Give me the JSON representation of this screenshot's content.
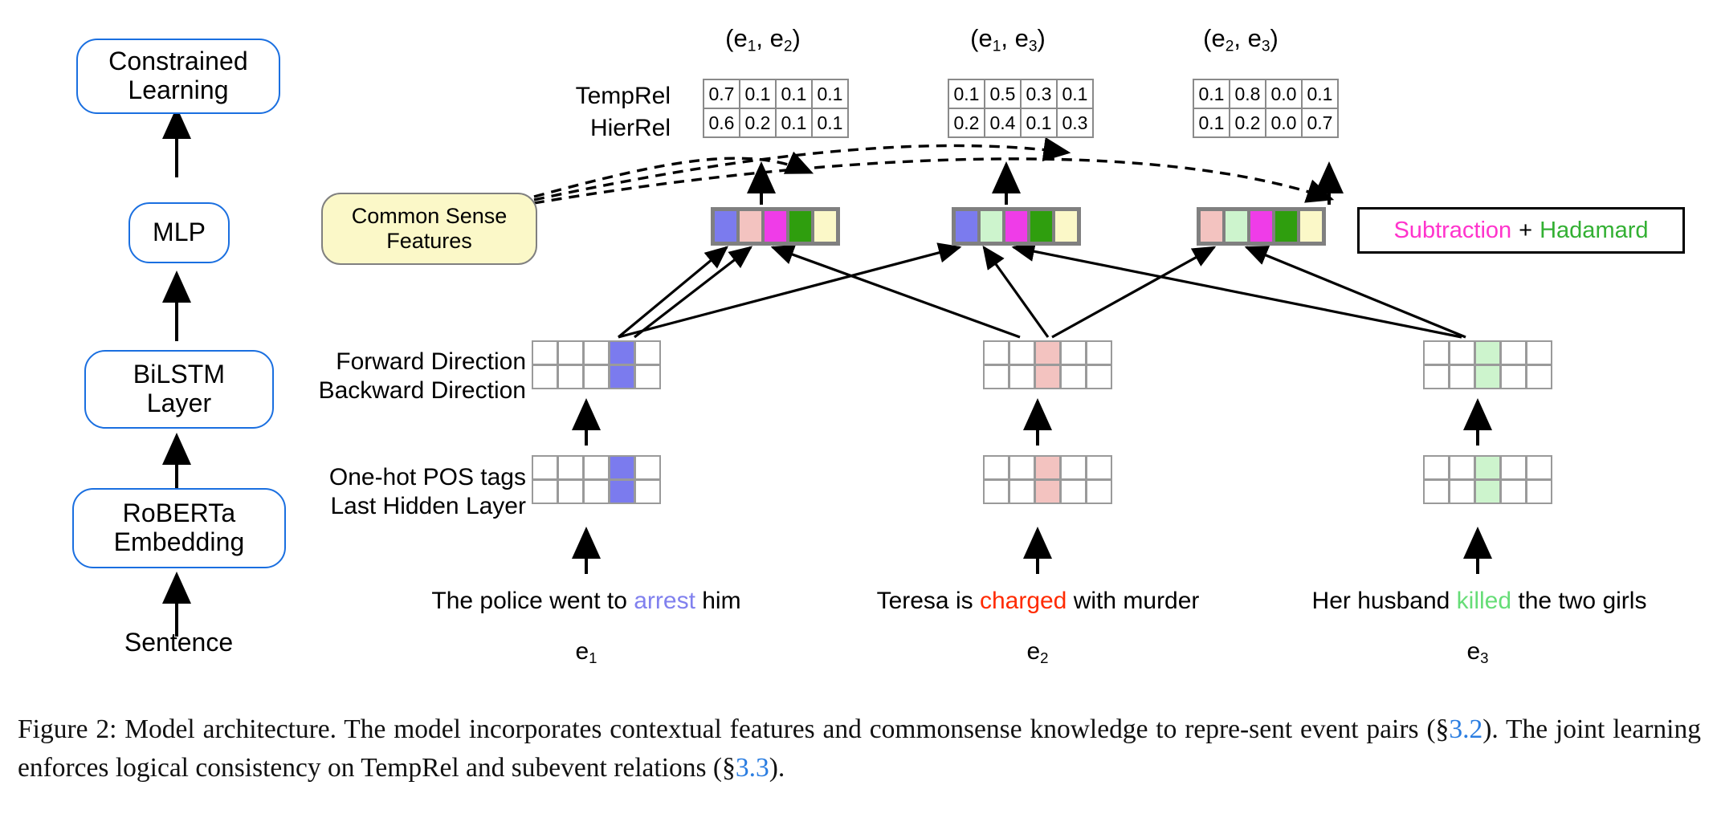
{
  "pipeline": {
    "boxes": [
      {
        "id": "constrained-learning",
        "label": "Constrained\nLearning"
      },
      {
        "id": "mlp",
        "label": "MLP"
      },
      {
        "id": "bilstm",
        "label": "BiLSTM\nLayer"
      },
      {
        "id": "roberta",
        "label": "RoBERTa\nEmbedding"
      }
    ],
    "input_label": "Sentence",
    "box_border_color": "#1a6fe0"
  },
  "row_labels": {
    "temprel": "TempRel",
    "hierrel": "HierRel",
    "forward": "Forward Direction",
    "backward": "Backward Direction",
    "pos_tags": "One-hot POS tags",
    "last_hidden": "Last Hidden Layer"
  },
  "common_sense": {
    "label": "Common Sense\nFeatures",
    "fill": "#fbf8c8",
    "border": "#808080"
  },
  "legend": {
    "subtraction": "Subtraction",
    "plus": "+",
    "hadamard": "Hadamard",
    "subtraction_color": "#ff33cc",
    "hadamard_color": "#33b033"
  },
  "pairs": [
    {
      "header": "(e₁, e₂)",
      "header_base": "(e",
      "sub1": "1",
      "mid": ", e",
      "sub2": "2",
      "close": ")",
      "temprel": [
        "0.7",
        "0.1",
        "0.1",
        "0.1"
      ],
      "hierrel": [
        "0.6",
        "0.2",
        "0.1",
        "0.1"
      ],
      "strip_colors": [
        "#7b7bee",
        "#f3c3c0",
        "#ef3ce8",
        "#2f9e0e",
        "#fbf8c8"
      ]
    },
    {
      "header": "(e₁, e₃)",
      "header_base": "(e",
      "sub1": "1",
      "mid": ", e",
      "sub2": "3",
      "close": ")",
      "temprel": [
        "0.1",
        "0.5",
        "0.3",
        "0.1"
      ],
      "hierrel": [
        "0.2",
        "0.4",
        "0.1",
        "0.3"
      ],
      "strip_colors": [
        "#7b7bee",
        "#cdf4cd",
        "#ef3ce8",
        "#2f9e0e",
        "#fbf8c8"
      ]
    },
    {
      "header": "(e₂, e₃)",
      "header_base": "(e",
      "sub1": "2",
      "mid": ", e",
      "sub2": "3",
      "close": ")",
      "temprel": [
        "0.1",
        "0.8",
        "0.0",
        "0.1"
      ],
      "hierrel": [
        "0.1",
        "0.2",
        "0.0",
        "0.7"
      ],
      "strip_colors": [
        "#f3c3c0",
        "#cdf4cd",
        "#ef3ce8",
        "#2f9e0e",
        "#fbf8c8"
      ]
    }
  ],
  "events": [
    {
      "id": "e1",
      "pre": "The police went to ",
      "trigger": "arrest",
      "post": " him",
      "trigger_color": "#8080ee",
      "label_base": "e",
      "label_sub": "1",
      "highlight_color": "#7b7bee"
    },
    {
      "id": "e2",
      "pre": "Teresa is ",
      "trigger": "charged",
      "post": " with murder",
      "trigger_color": "#ff2a00",
      "label_base": "e",
      "label_sub": "2",
      "highlight_color": "#f3c3c0"
    },
    {
      "id": "e3",
      "pre": "Her husband ",
      "trigger": "killed",
      "post": " the two girls",
      "trigger_color": "#66dd77",
      "label_base": "e",
      "label_sub": "3",
      "highlight_color": "#cdf4cd"
    }
  ],
  "caption": {
    "part1": "Figure 2: Model architecture. The model incorporates contextual features and commonsense knowledge to repre-sent event pairs (§",
    "ref1": "3.2",
    "part2": "). The joint learning enforces logical consistency on TempRel and subevent relations (§",
    "ref2": "3.3",
    "part3": ")."
  }
}
